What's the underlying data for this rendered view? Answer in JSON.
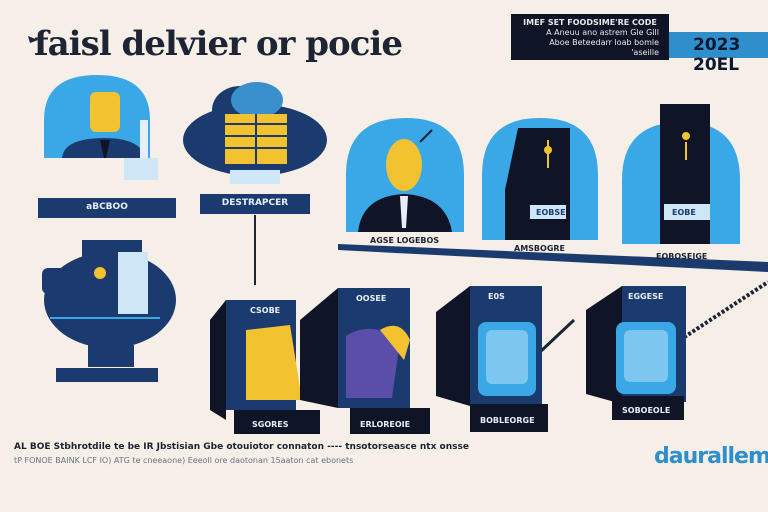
{
  "header": {
    "title": "faisl delvier or pocie",
    "info_line1": "IMEF SET FOODSIME'RE CODE",
    "info_line2": "A Aneuu ano astrem Gle Gill",
    "info_line3": "Aboe Beteedarr loab bomle 'aseille",
    "year_tag": "2023 20EL"
  },
  "left": {
    "person_badge": "aBCBOO",
    "cloud_badge": "DESTRAPCER"
  },
  "right": {
    "person_label": "AGSE LOGEBOS",
    "panel_label": "AMSBOGRE",
    "tower_label": "EOBOSEIGE",
    "tower1_tag": "EOBSE",
    "tower2_tag": "EOBE"
  },
  "machines": {
    "m1_top": "CSOBE",
    "m1_bottom": "SGORES",
    "m2_top": "OOSEE",
    "m2_bottom": "ERLOREOIE",
    "m3_top": "E0S",
    "m3_bottom": "BOBLEORGE",
    "m4_top": "EGGESE",
    "m4_bottom": "SOBOEOLE"
  },
  "footer": {
    "line1": "AL BOE Stbhrotdile te be IR Jbstisian Gbe otouiotor connaton ---- tnsotorseasce ntx onsse",
    "line2": "tP FONOE BAINK LCF IO) ATG te cneeaone) Eeeoll ore daotonan 15aaton cat ebonets",
    "brand": "daurallem"
  },
  "colors": {
    "navy": "#1b3b6e",
    "dark": "#0f1526",
    "blue": "#2e8fcc",
    "yellow": "#f2c230",
    "background": "#f5efe8"
  }
}
